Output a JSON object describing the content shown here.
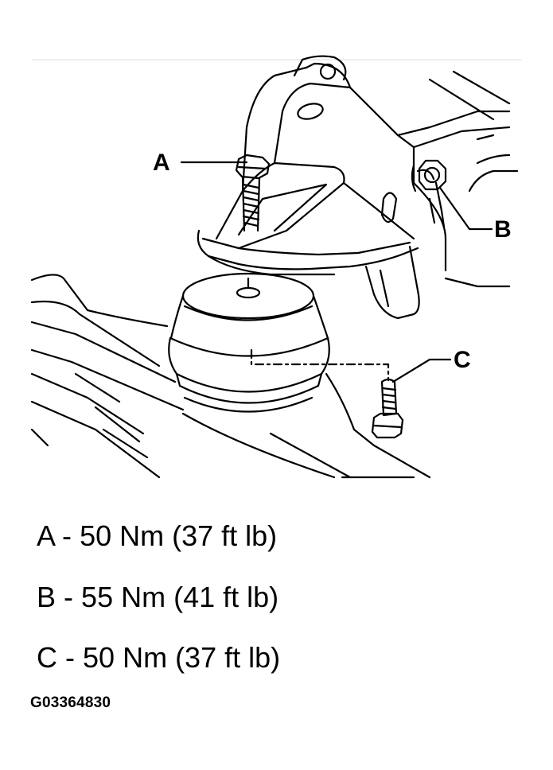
{
  "callouts": [
    {
      "letter": "A",
      "torque": "50 Nm (37 ft lb)"
    },
    {
      "letter": "B",
      "torque": "55 Nm (41 ft lb)"
    },
    {
      "letter": "C",
      "torque": "50 Nm (37 ft lb)"
    }
  ],
  "separator": "-",
  "figure_id": "G03364830",
  "colors": {
    "ink": "#000000",
    "background": "#ffffff"
  }
}
